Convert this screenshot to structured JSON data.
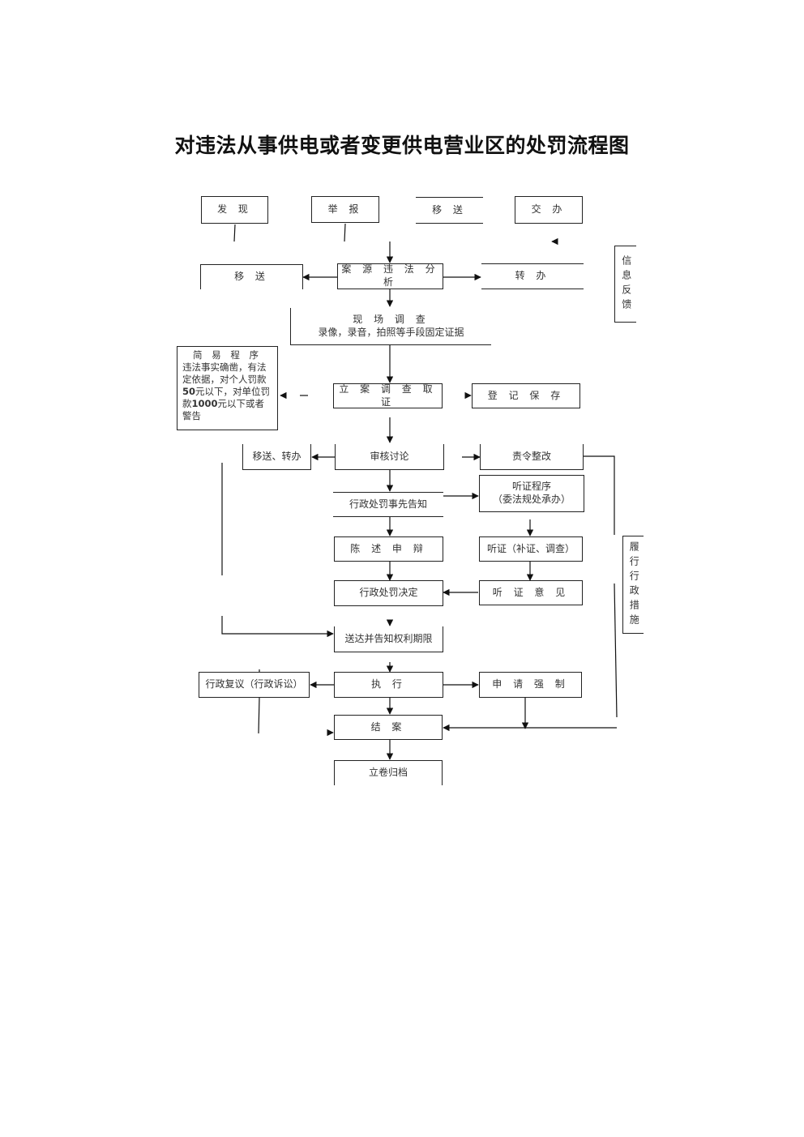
{
  "title": "对违法从事供电或者变更供电营业区的处罚流程图",
  "nodes": {
    "faxian": "发 现",
    "jubao": "举 报",
    "yisong_top": "移 送",
    "jiaoban_top": "交 办",
    "yisong_left": "移 送",
    "anyuan": "案 源 违 法 分 析",
    "zhuanban": "转 办",
    "xinxi_fankui": "信息反馈",
    "xianchang_title": "现 场 调 查",
    "xianchang_sub": "录像，录音，拍照等手段固定证据",
    "jianyi": {
      "heading": "简 易 程 序",
      "line1": "违法事实确凿，有法定依据，对个人罚款",
      "amount1": "50",
      "line2": "元以下，对单位罚款",
      "amount2": "1000",
      "line3": "元以下或者警告"
    },
    "lian": "立 案 调 查 取 证",
    "dengji": "登 记 保 存",
    "yisong_zhuanban": "移送、转办",
    "shenhe": "审核讨论",
    "zeling": "责令整改",
    "tingzheng_chengxu": "听证程序",
    "tingzheng_chengxu_sub": "（委法规处承办）",
    "xingzheng_gaozhi": "行政处罚事先告知",
    "chenshu": "陈 述 申 辩",
    "tingzheng_buzheng": "听证（补证、调查）",
    "xingzheng_jueding": "行政处罚决定",
    "tingzheng_yijian": "听 证 意 见",
    "lvxing": "履行行政措施",
    "songda": "送达并告知权利期限",
    "fuyi": "行政复议（行政诉讼）",
    "zhixing": "执 行",
    "shenqing": "申 请 强 制",
    "jiean": "结 案",
    "lijuan": "立卷归档"
  }
}
